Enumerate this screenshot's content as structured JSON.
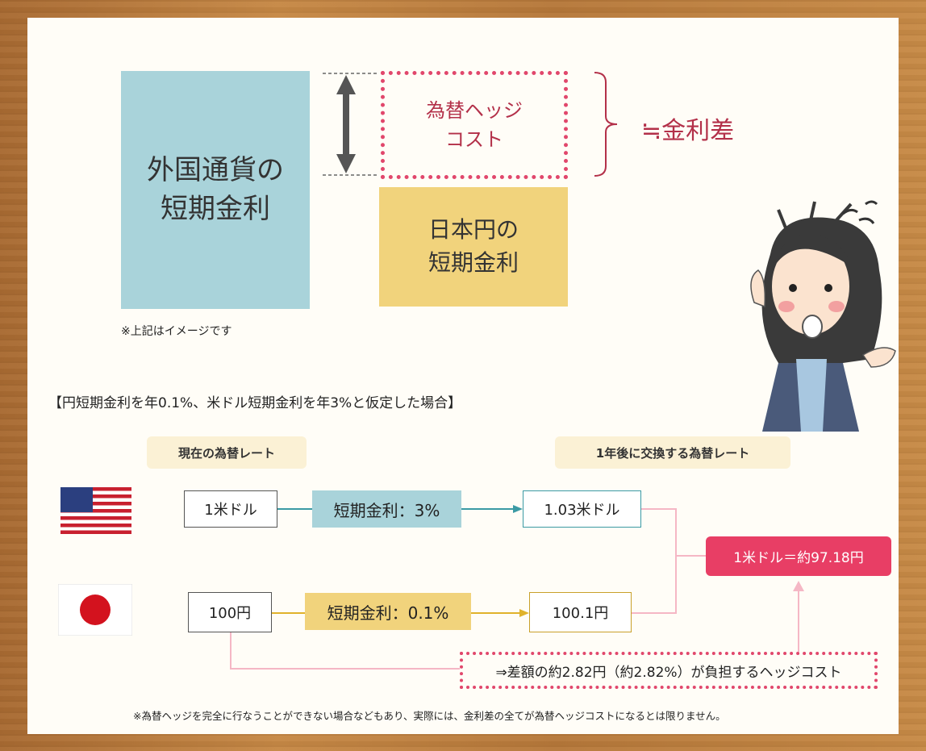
{
  "top": {
    "foreign_line1": "外国通貨の",
    "foreign_line2": "短期金利",
    "hedge_line1": "為替ヘッジ",
    "hedge_line2": "コスト",
    "approx": "≒金利差",
    "yen_line1": "日本円の",
    "yen_line2": "短期金利",
    "image_note": "※上記はイメージです"
  },
  "assumption": "【円短期金利を年0.1%、米ドル短期金利を年3%と仮定した場合】",
  "labels": {
    "current_rate": "現在の為替レート",
    "future_rate": "1年後に交換する為替レート"
  },
  "usd": {
    "flag": "us-flag-icon",
    "start": "1米ドル",
    "rate": "短期金利：3%",
    "end": "1.03米ドル"
  },
  "jpy": {
    "flag": "japan-flag-icon",
    "start": "100円",
    "rate": "短期金利：0.1%",
    "end": "100.1円"
  },
  "result": "1米ドル＝約97.18円",
  "hedge_cost_note": "⇒差額の約2.82円（約2.82%）が負担するヘッジコスト",
  "footnote": "※為替ヘッジを完全に行なうことができない場合などもあり、実際には、金利差の全てが為替ヘッジコストになるとは限りません。",
  "colors": {
    "teal": "#a9d3da",
    "gold": "#f1d37c",
    "pink": "#e83e65",
    "border_pink": "#e1476c"
  }
}
